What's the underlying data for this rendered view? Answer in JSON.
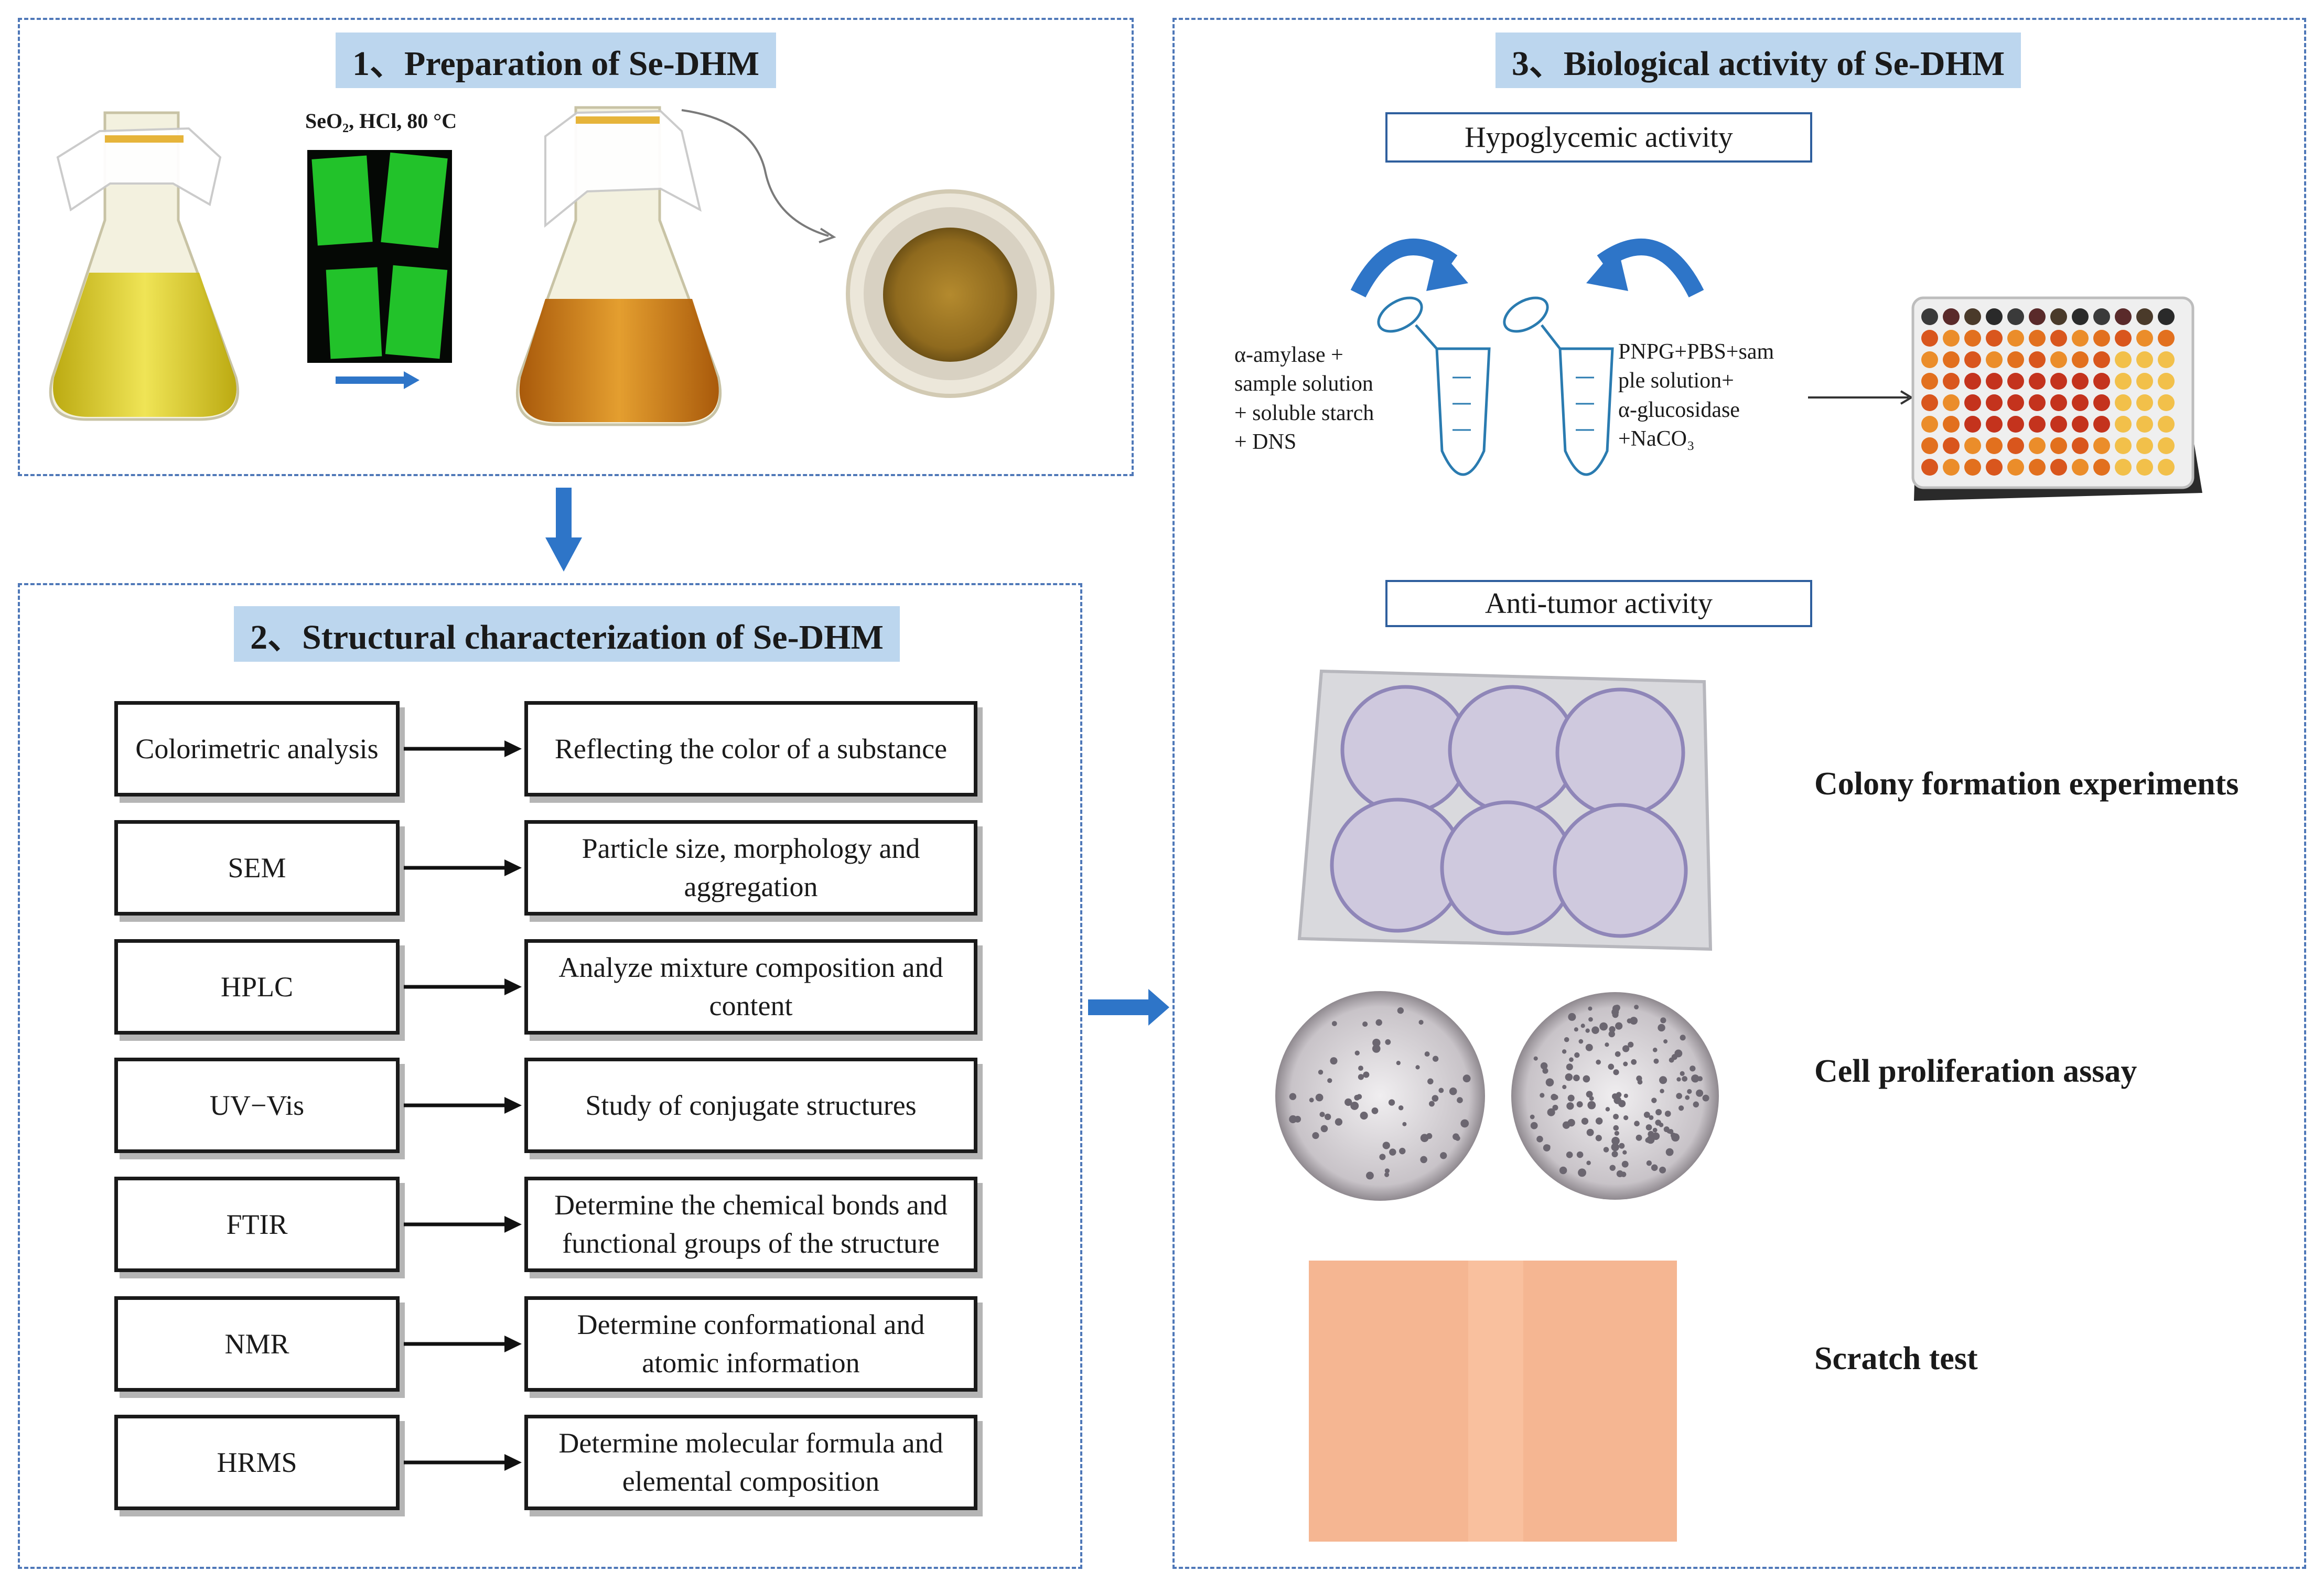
{
  "colors": {
    "panel_border": "#4f78b8",
    "title_fill": "#bcd6ee",
    "arrow_blue": "#2e75c8",
    "gel_green": "#22c22a"
  },
  "section1": {
    "title": "1、Preparation of Se-DHM",
    "reagent_label": "SeO₂, HCl, 80 °C"
  },
  "section2": {
    "title": "2、Structural characterization of Se-DHM",
    "methods": [
      {
        "name": "Colorimetric analysis",
        "purpose": "Reflecting the color of a substance"
      },
      {
        "name": "SEM",
        "purpose": "Particle size, morphology and aggregation"
      },
      {
        "name": "HPLC",
        "purpose": "Analyze mixture composition and content"
      },
      {
        "name": "UV−Vis",
        "purpose": "Study of conjugate structures"
      },
      {
        "name": "FTIR",
        "purpose": "Determine the chemical bonds and functional groups of the structure"
      },
      {
        "name": "NMR",
        "purpose": "Determine conformational and atomic information"
      },
      {
        "name": "HRMS",
        "purpose": "Determine molecular formula and elemental composition"
      }
    ]
  },
  "section3": {
    "title": "3、Biological activity of Se-DHM",
    "hypoglycemic": {
      "title": "Hypoglycemic activity",
      "left_reagents": "α-amylase +\nsample solution\n+ soluble starch\n+ DNS",
      "right_reagents": "PNPG+PBS+sam\nple solution+\nα-glucosidase\n+NaCO₃"
    },
    "antitumor": {
      "title": "Anti-tumor activity",
      "assays": [
        "Colony formation experiments",
        "Cell proliferation assay",
        "Scratch test"
      ]
    }
  }
}
